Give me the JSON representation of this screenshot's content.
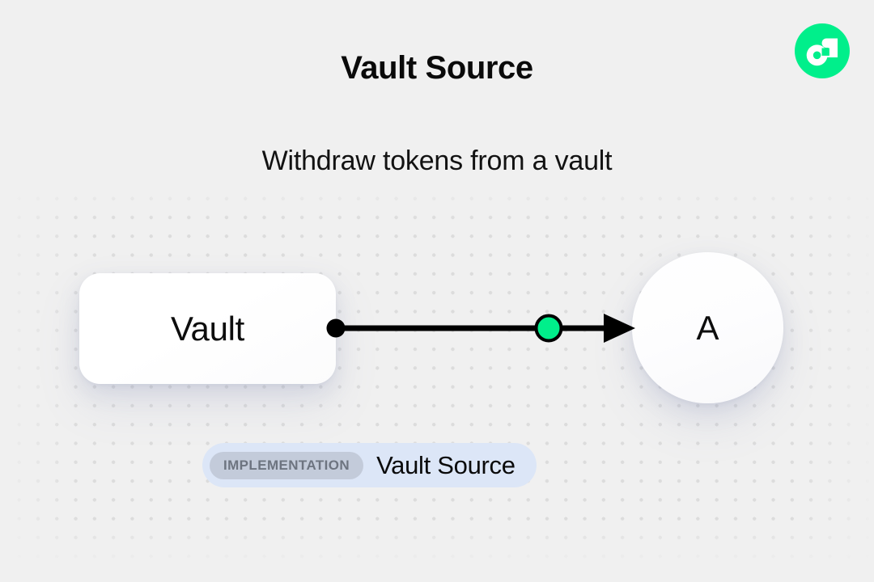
{
  "header": {
    "title": "Vault Source",
    "subtitle": "Withdraw tokens from a vault"
  },
  "brand": {
    "logo_icon": "flow-logo-icon",
    "logo_color": "#00ef8b",
    "logo_mark_color": "#ffffff"
  },
  "diagram": {
    "nodes": [
      {
        "id": "vault",
        "label": "Vault",
        "shape": "rounded-rect"
      },
      {
        "id": "a",
        "label": "A",
        "shape": "circle"
      }
    ],
    "edge": {
      "from": "vault",
      "to": "a",
      "source_handle_color": "#000000",
      "midpoint_marker_color": "#00ef8b",
      "line_color": "#000000",
      "arrow_head": "triangle"
    }
  },
  "badge": {
    "kind_label": "IMPLEMENTATION",
    "name": "Vault Source",
    "background_color": "#dce6f7",
    "chip_color": "#c3cbda",
    "chip_text_color": "#6d7480"
  },
  "background": {
    "page_color": "#f0f0f0",
    "dot_color": "#dcdcdc"
  }
}
